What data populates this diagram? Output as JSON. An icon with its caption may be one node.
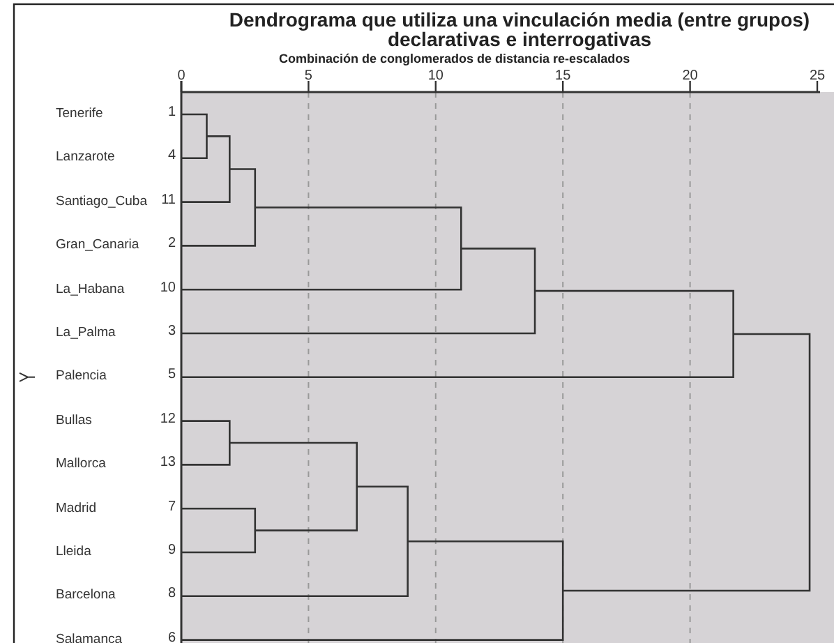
{
  "diagram": {
    "title": "Dendrograma que utiliza una vinculación media (entre grupos) declarativas e interrogativas",
    "labels": [
      "Combinación de conglomerados de distancia re-escalados",
      "0",
      "5",
      "10",
      "15",
      "20",
      "25",
      "Tenerife",
      "1",
      "Lanzarote",
      "4",
      "Santiago_Cuba",
      "11",
      "Gran_Canaria",
      "2",
      "La_Habana",
      "10",
      "La_Palma",
      "3",
      "Palencia",
      "5",
      "Bullas",
      "12",
      "Mallorca",
      "13",
      "Madrid",
      "7",
      "Lleida",
      "9",
      "Barcelona",
      "8",
      "Salamanca",
      "6"
    ]
  }
}
